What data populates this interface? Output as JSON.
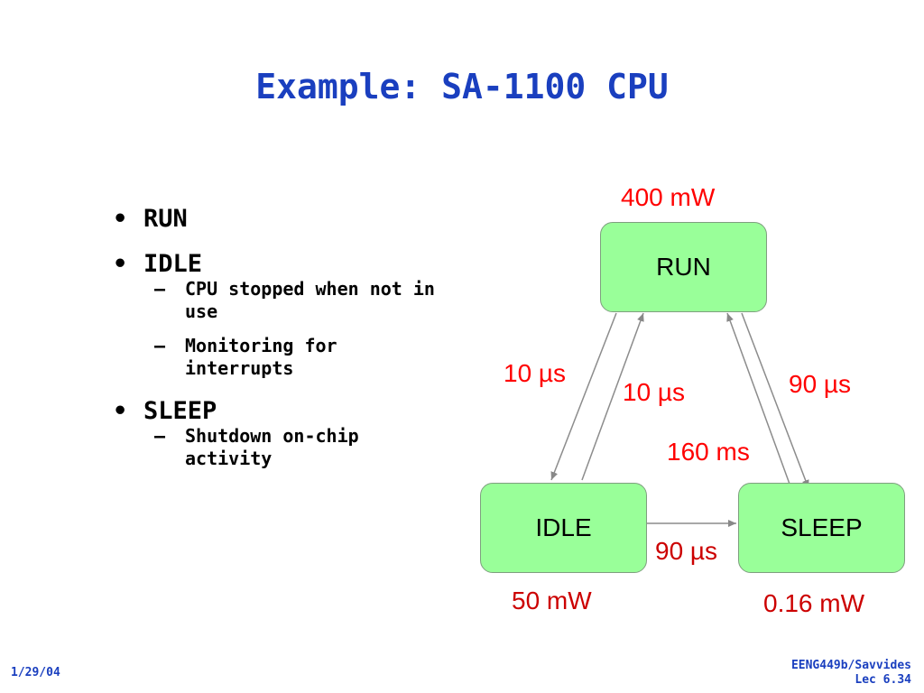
{
  "title": "Example: SA-1100 CPU",
  "bullets": [
    {
      "label": "RUN",
      "subs": []
    },
    {
      "label": "IDLE",
      "subs": [
        "CPU stopped when not in use",
        "Monitoring for interrupts"
      ]
    },
    {
      "label": "SLEEP",
      "subs": [
        "Shutdown on-chip activity"
      ]
    }
  ],
  "bullet_glyph": "•",
  "dash_glyph": "–",
  "diagram": {
    "states": {
      "run": {
        "label": "RUN",
        "power": "400 mW"
      },
      "idle": {
        "label": "IDLE",
        "power": "50 mW"
      },
      "sleep": {
        "label": "SLEEP",
        "power": "0.16 mW"
      }
    },
    "transitions": {
      "run_to_idle": "10 µs",
      "idle_to_run": "10 µs",
      "run_sleep": "90 µs",
      "sleep_to_run": "160 ms",
      "idle_to_sleep": "90 µs"
    },
    "colors": {
      "state_fill": "#99ff99",
      "label_red": "#ff0000",
      "arrow": "#888888"
    }
  },
  "footer": {
    "date": "1/29/04",
    "course": "EENG449b/Savvides",
    "lecture": "Lec 6.34"
  }
}
